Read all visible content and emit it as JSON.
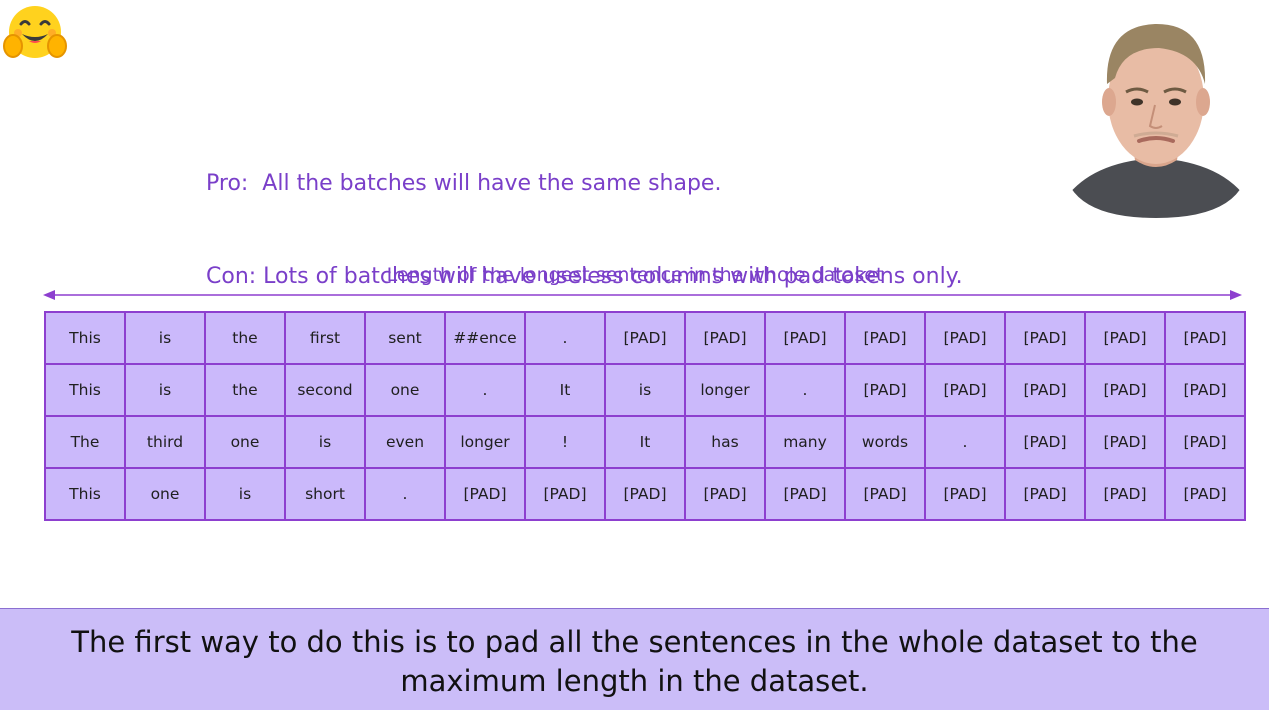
{
  "slide": {
    "pro": "Pro:  All the batches will have the same shape.",
    "con": "Con: Lots of batches will have useless columns with pad tokens only.",
    "length_label": "Length of the longest sentence in the whole dataset"
  },
  "token_rows": [
    [
      "This",
      "is",
      "the",
      "first",
      "sent",
      "##ence",
      ".",
      "[PAD]",
      "[PAD]",
      "[PAD]",
      "[PAD]",
      "[PAD]",
      "[PAD]",
      "[PAD]",
      "[PAD]"
    ],
    [
      "This",
      "is",
      "the",
      "second",
      "one",
      ".",
      "It",
      "is",
      "longer",
      ".",
      "[PAD]",
      "[PAD]",
      "[PAD]",
      "[PAD]",
      "[PAD]"
    ],
    [
      "The",
      "third",
      "one",
      "is",
      "even",
      "longer",
      "!",
      "It",
      "has",
      "many",
      "words",
      ".",
      "[PAD]",
      "[PAD]",
      "[PAD]"
    ],
    [
      "This",
      "one",
      "is",
      "short",
      ".",
      "[PAD]",
      "[PAD]",
      "[PAD]",
      "[PAD]",
      "[PAD]",
      "[PAD]",
      "[PAD]",
      "[PAD]",
      "[PAD]",
      "[PAD]"
    ]
  ],
  "caption": "The first way to do this is to pad all the sentences in the whole dataset to the maximum length in the dataset.",
  "icons": {
    "logo": "hugging-face-logo-icon",
    "presenter": "presenter-video"
  },
  "colors": {
    "accent_purple": "#7a3fc9",
    "cell_fill": "#cbb9fb",
    "cell_border": "#8d3fcf",
    "caption_bg": "#cbbdf8"
  }
}
